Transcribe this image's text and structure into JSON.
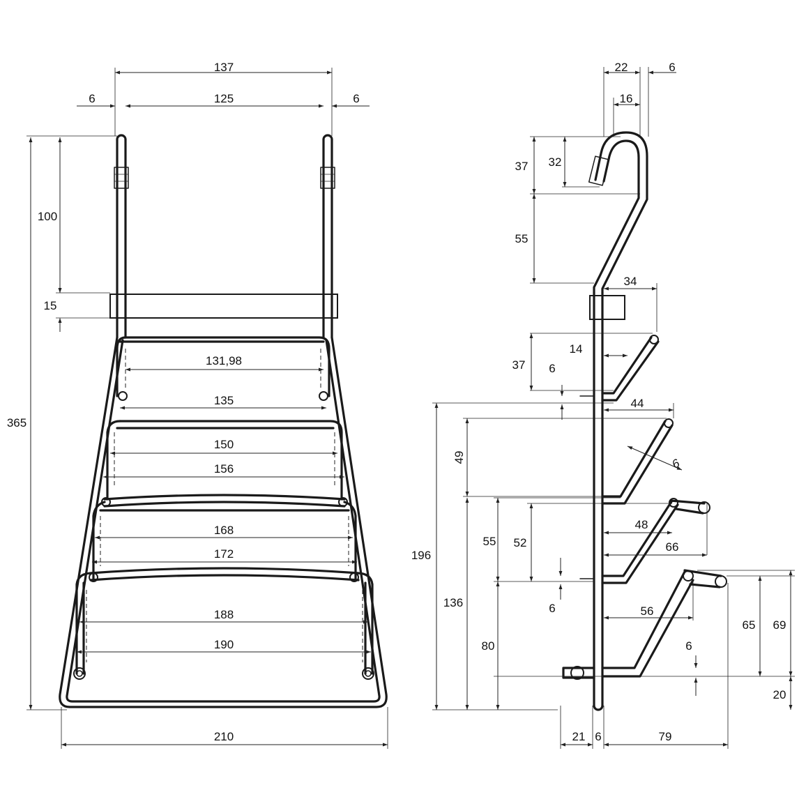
{
  "front_view": {
    "width_top_outer": "137",
    "wire_left": "6",
    "width_top_inner": "125",
    "wire_right": "6",
    "hook_length": "100",
    "band_height": "15",
    "total_height": "365",
    "shelf1_width": "131,98",
    "shelf1_lower": "135",
    "shelf2_top": "150",
    "shelf2_lower": "156",
    "shelf3_top": "168",
    "shelf3_lower": "172",
    "shelf4_top": "188",
    "shelf4_lower": "190",
    "base_width": "210"
  },
  "side_view": {
    "hook_width": "22",
    "wire_thickness": "6",
    "hook_inner": "16",
    "hook_height": "37",
    "hook_tip": "32",
    "hook_drop": "55",
    "band_depth": "34",
    "shelf1_height": "37",
    "shelf1_offset": "14",
    "shelf1_gap": "6",
    "shelf1_depth": "44",
    "shelf2_height": "49",
    "wire_diameter": "6",
    "height_196": "196",
    "shelf3_height": "55",
    "shelf3_lip": "52",
    "shelf3_depth": "48",
    "shelf3_outer": "66",
    "height_136": "136",
    "shelf3_gap": "6",
    "shelf4_depth": "56",
    "base_height": "80",
    "shelf4_gap": "6",
    "shelf4_height": "65",
    "shelf4_outer": "69",
    "foot_height": "20",
    "foot_back": "21",
    "foot_wire": "6",
    "foot_front": "79"
  }
}
